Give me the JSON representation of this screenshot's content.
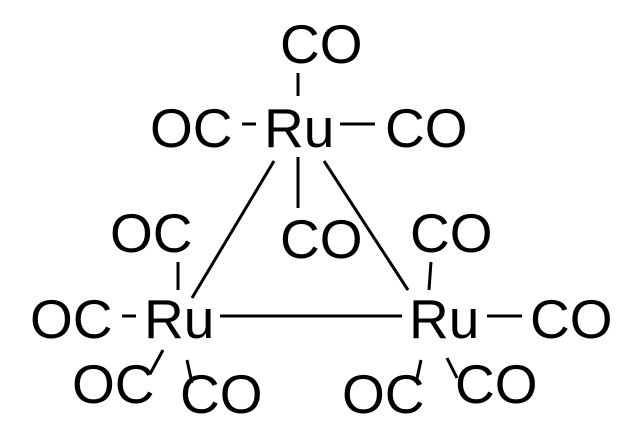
{
  "molecule": {
    "ru_top": {
      "label": "Ru",
      "ligands": [
        "CO",
        "OC",
        "CO",
        "CO"
      ]
    },
    "ru_left": {
      "label": "Ru",
      "ligands": [
        "OC",
        "OC",
        "OC",
        "CO"
      ]
    },
    "ru_right": {
      "label": "Ru",
      "ligands": [
        "CO",
        "CO",
        "OC",
        "CO"
      ]
    }
  }
}
